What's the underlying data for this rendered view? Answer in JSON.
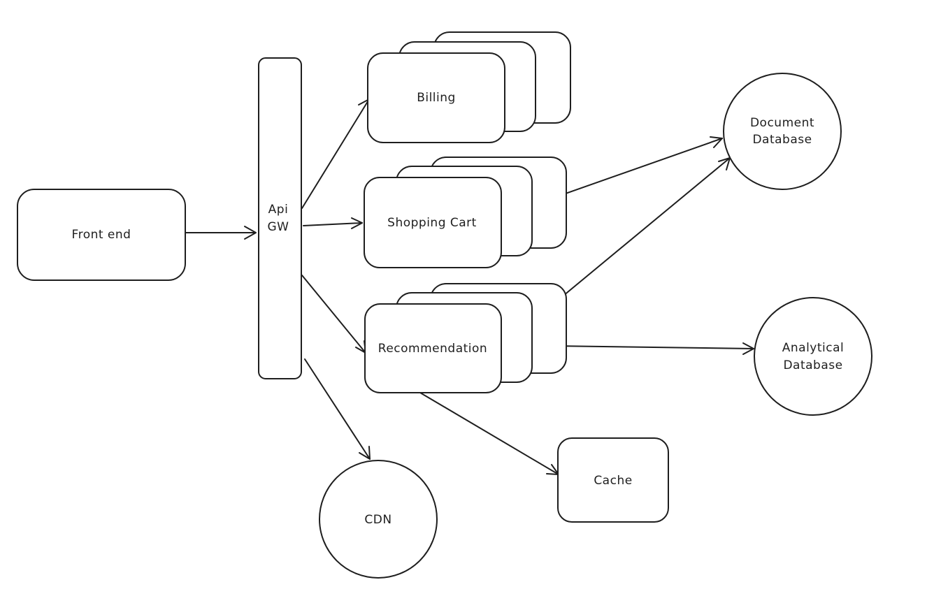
{
  "nodes": {
    "frontend": "Front end",
    "apigw_line1": "Api",
    "apigw_line2": "GW",
    "billing": "Billing",
    "cart": "Shopping Cart",
    "recommendation": "Recommendation",
    "docdb_line1": "Document",
    "docdb_line2": "Database",
    "analytical_line1": "Analytical",
    "analytical_line2": "Database",
    "cache": "Cache",
    "cdn": "CDN"
  },
  "colors": {
    "stroke": "#1e1e1e",
    "fill": "#ffffff",
    "background": "#ffffff"
  }
}
